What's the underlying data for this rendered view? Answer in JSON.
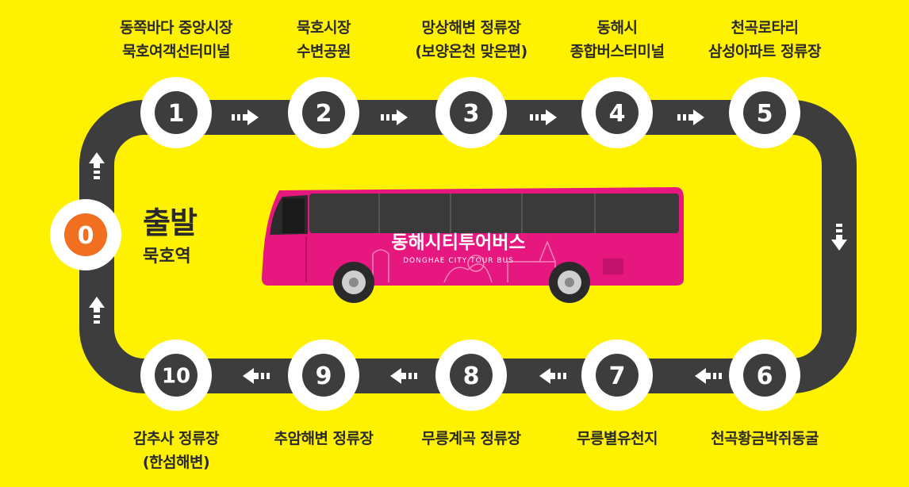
{
  "start": {
    "number": "0",
    "title": "출발",
    "station": "묵호역",
    "color": "#F26F21"
  },
  "stops": [
    {
      "number": "1",
      "lines": [
        "동쪽바다 중앙시장",
        "묵호여객선터미널"
      ]
    },
    {
      "number": "2",
      "lines": [
        "묵호시장",
        "수변공원"
      ]
    },
    {
      "number": "3",
      "lines": [
        "망상해변 정류장",
        "(보양온천 맞은편)"
      ]
    },
    {
      "number": "4",
      "lines": [
        "동해시",
        "종합버스터미널"
      ]
    },
    {
      "number": "5",
      "lines": [
        "천곡로타리",
        "삼성아파트 정류장"
      ]
    },
    {
      "number": "6",
      "lines": [
        "천곡황금박쥐동굴"
      ]
    },
    {
      "number": "7",
      "lines": [
        "무릉별유천지"
      ]
    },
    {
      "number": "8",
      "lines": [
        "무릉계곡 정류장"
      ]
    },
    {
      "number": "9",
      "lines": [
        "추암해변 정류장"
      ]
    },
    {
      "number": "10",
      "lines": [
        "감추사 정류장",
        "(한섬해변)"
      ]
    }
  ],
  "bus": {
    "title": "동해시티투어버스",
    "subtitle": "DONGHAE CITY TOUR BUS",
    "color": "#E6177E"
  },
  "colors": {
    "background": "#FFF200",
    "road": "#3D3D3D",
    "arrow": "#FFFFFF"
  }
}
